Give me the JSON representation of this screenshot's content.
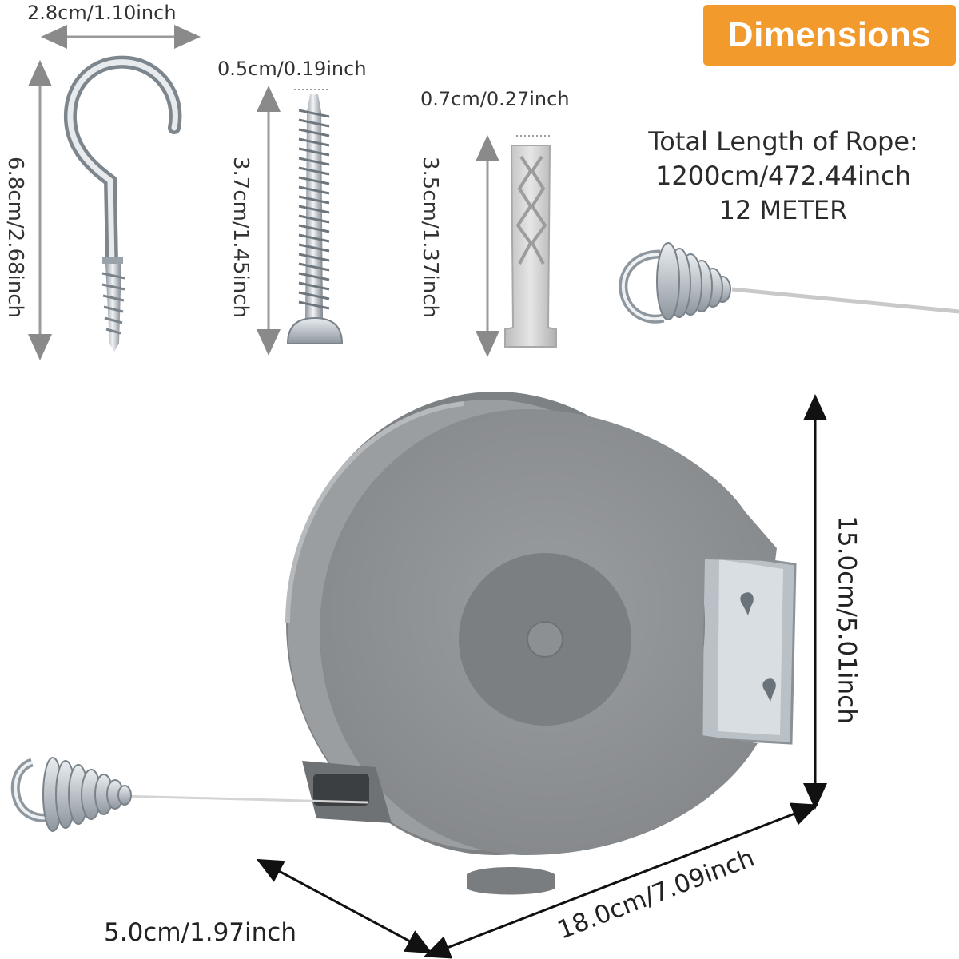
{
  "badge": {
    "title": "Dimensions"
  },
  "rope": {
    "line1": "Total Length of Rope:",
    "line2": "1200cm/472.44inch",
    "line3": "12 METER"
  },
  "hook": {
    "width": "2.8cm/1.10inch",
    "height": "6.8cm/2.68inch"
  },
  "screw": {
    "width": "0.5cm/0.19inch",
    "height": "3.7cm/1.45inch"
  },
  "anchor": {
    "width": "0.7cm/0.27inch",
    "height": "3.5cm/1.37inch"
  },
  "reel": {
    "height": "15.0cm/5.01inch",
    "length": "18.0cm/7.09inch",
    "depth": "5.0cm/1.97inch"
  },
  "colors": {
    "badge": "#f39a2c",
    "reel_body": "#8e9194",
    "reel_center": "#7c7f82",
    "metal": "#c7ccd1"
  }
}
